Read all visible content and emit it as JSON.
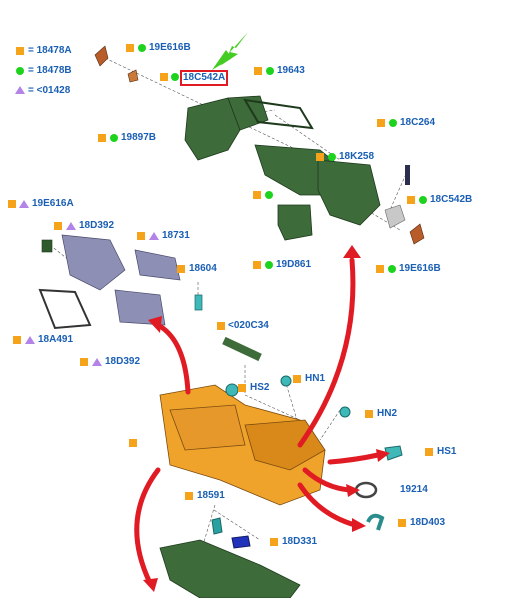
{
  "legend": {
    "orange_square": "= 18478A",
    "green_dot": "= 18478B",
    "purple_triangle": "= <01428"
  },
  "colors": {
    "label_blue": "#1a5fb4",
    "square_orange": "#f5a31a",
    "dot_green": "#1ed31e",
    "triangle_purple": "#b483e8",
    "arrow_red": "#e01b24",
    "pointer_green": "#44cc22",
    "duct_green": "#3d6b3a",
    "housing_orange": "#f0a32a",
    "bracket_purple": "#8d8fb5",
    "fitting_teal": "#3fb8b8",
    "gasket_dark": "#333333"
  },
  "callouts": {
    "c_19e616b_top": "19E616B",
    "c_18c542a": "18C542A",
    "c_19643": "19643",
    "c_19897b": "19897B",
    "c_18c264": "18C264",
    "c_18k258": "18K258",
    "c_18c542b": "18C542B",
    "c_19d861": "19D861",
    "c_19e616b_right": "19E616B",
    "c_19e616a": "19E616A",
    "c_18d392_top": "18D392",
    "c_18731": "18731",
    "c_18604": "18604",
    "c_18a491": "18A491",
    "c_18d392_bottom": "18D392",
    "c_020c34": "<020C34",
    "c_hs2": "HS2",
    "c_hn1": "HN1",
    "c_hn2": "HN2",
    "c_hs1": "HS1",
    "c_19214": "19214",
    "c_18d403": "18D403",
    "c_18591": "18591",
    "c_18d331": "18D331"
  },
  "highlighted_part": "18C542A"
}
